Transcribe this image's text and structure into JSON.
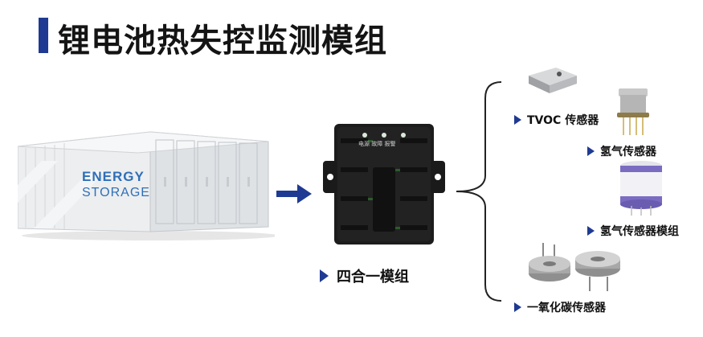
{
  "page": {
    "title": "锂电池热失控监测模组"
  },
  "container": {
    "brand_line1": "ENERGY",
    "brand_line2": "STORAGE"
  },
  "module": {
    "indicator_text": "电源 故障 报警",
    "label": "四合一模组"
  },
  "sensors": [
    {
      "label": "TVOC 传感器",
      "icon": "tvoc-sensor-icon"
    },
    {
      "label": "氢气传感器",
      "icon": "hydrogen-sensor-icon"
    },
    {
      "label": "氢气传感器模组",
      "icon": "hydrogen-sensor-module-icon"
    },
    {
      "label": "一氧化碳传感器",
      "icon": "co-sensor-icon"
    }
  ],
  "colors": {
    "accent": "#1f3a93",
    "module_body": "#1c1c1c",
    "container_body": "#e4e7ea"
  }
}
